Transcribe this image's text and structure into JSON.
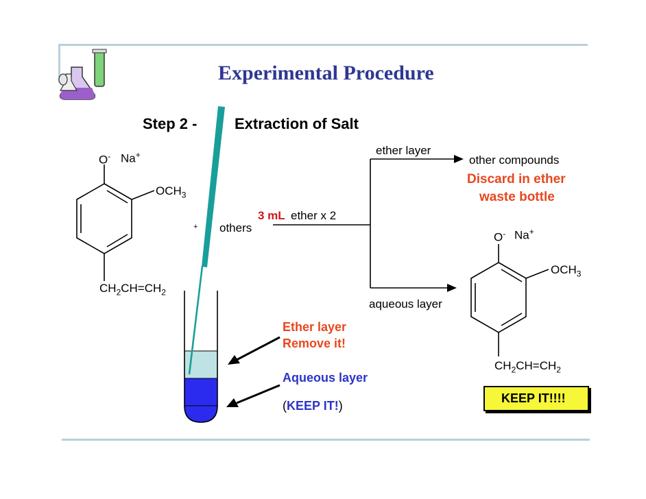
{
  "slide": {
    "title": "Experimental Procedure",
    "step_label": "Step 2 -",
    "step_title": "Extraction of Salt"
  },
  "reactant": {
    "phenoxide": "O",
    "phenoxide_charge": "-",
    "sodium": "Na",
    "sodium_charge": "+",
    "methoxy": "OCH",
    "methoxy_sub": "3",
    "allyl_a": "CH",
    "allyl_a_sub": "2",
    "allyl_b": "CH=CH",
    "allyl_b_sub": "2"
  },
  "mixture": {
    "plus": "+",
    "others": "others"
  },
  "reagent": {
    "amount": "3 mL",
    "solvent": "ether  x 2"
  },
  "branches": {
    "top_label": "ether layer",
    "bottom_label": "aqueous layer"
  },
  "top_result": {
    "label": "other compounds",
    "discard_line1": "Discard in ether",
    "discard_line2": "waste bottle"
  },
  "product": {
    "phenoxide": "O",
    "phenoxide_charge": "-",
    "sodium": "Na",
    "sodium_charge": "+",
    "methoxy": "OCH",
    "methoxy_sub": "3",
    "allyl_a": "CH",
    "allyl_a_sub": "2",
    "allyl_b": "CH=CH",
    "allyl_b_sub": "2",
    "keep": "KEEP IT!!!!"
  },
  "tube_labels": {
    "ether_line1": "Ether layer",
    "ether_line2": "Remove it!",
    "aqueous": "Aqueous layer",
    "keep_open": "(",
    "keep_text": "KEEP IT!",
    "keep_close": ")"
  },
  "colors": {
    "title": "#2e3792",
    "ether_layer": "#bfe2e4",
    "aqueous_layer": "#2b2bf0",
    "orange_text": "#e8471f",
    "blue_text": "#2c34c8",
    "red_text": "#cc1a1a",
    "pipette": "#1a9e9a",
    "frame_line": "#b8d0dc",
    "keep_box": "#f7f73a"
  },
  "icons": {
    "logo": "lab-flasks-icon"
  }
}
